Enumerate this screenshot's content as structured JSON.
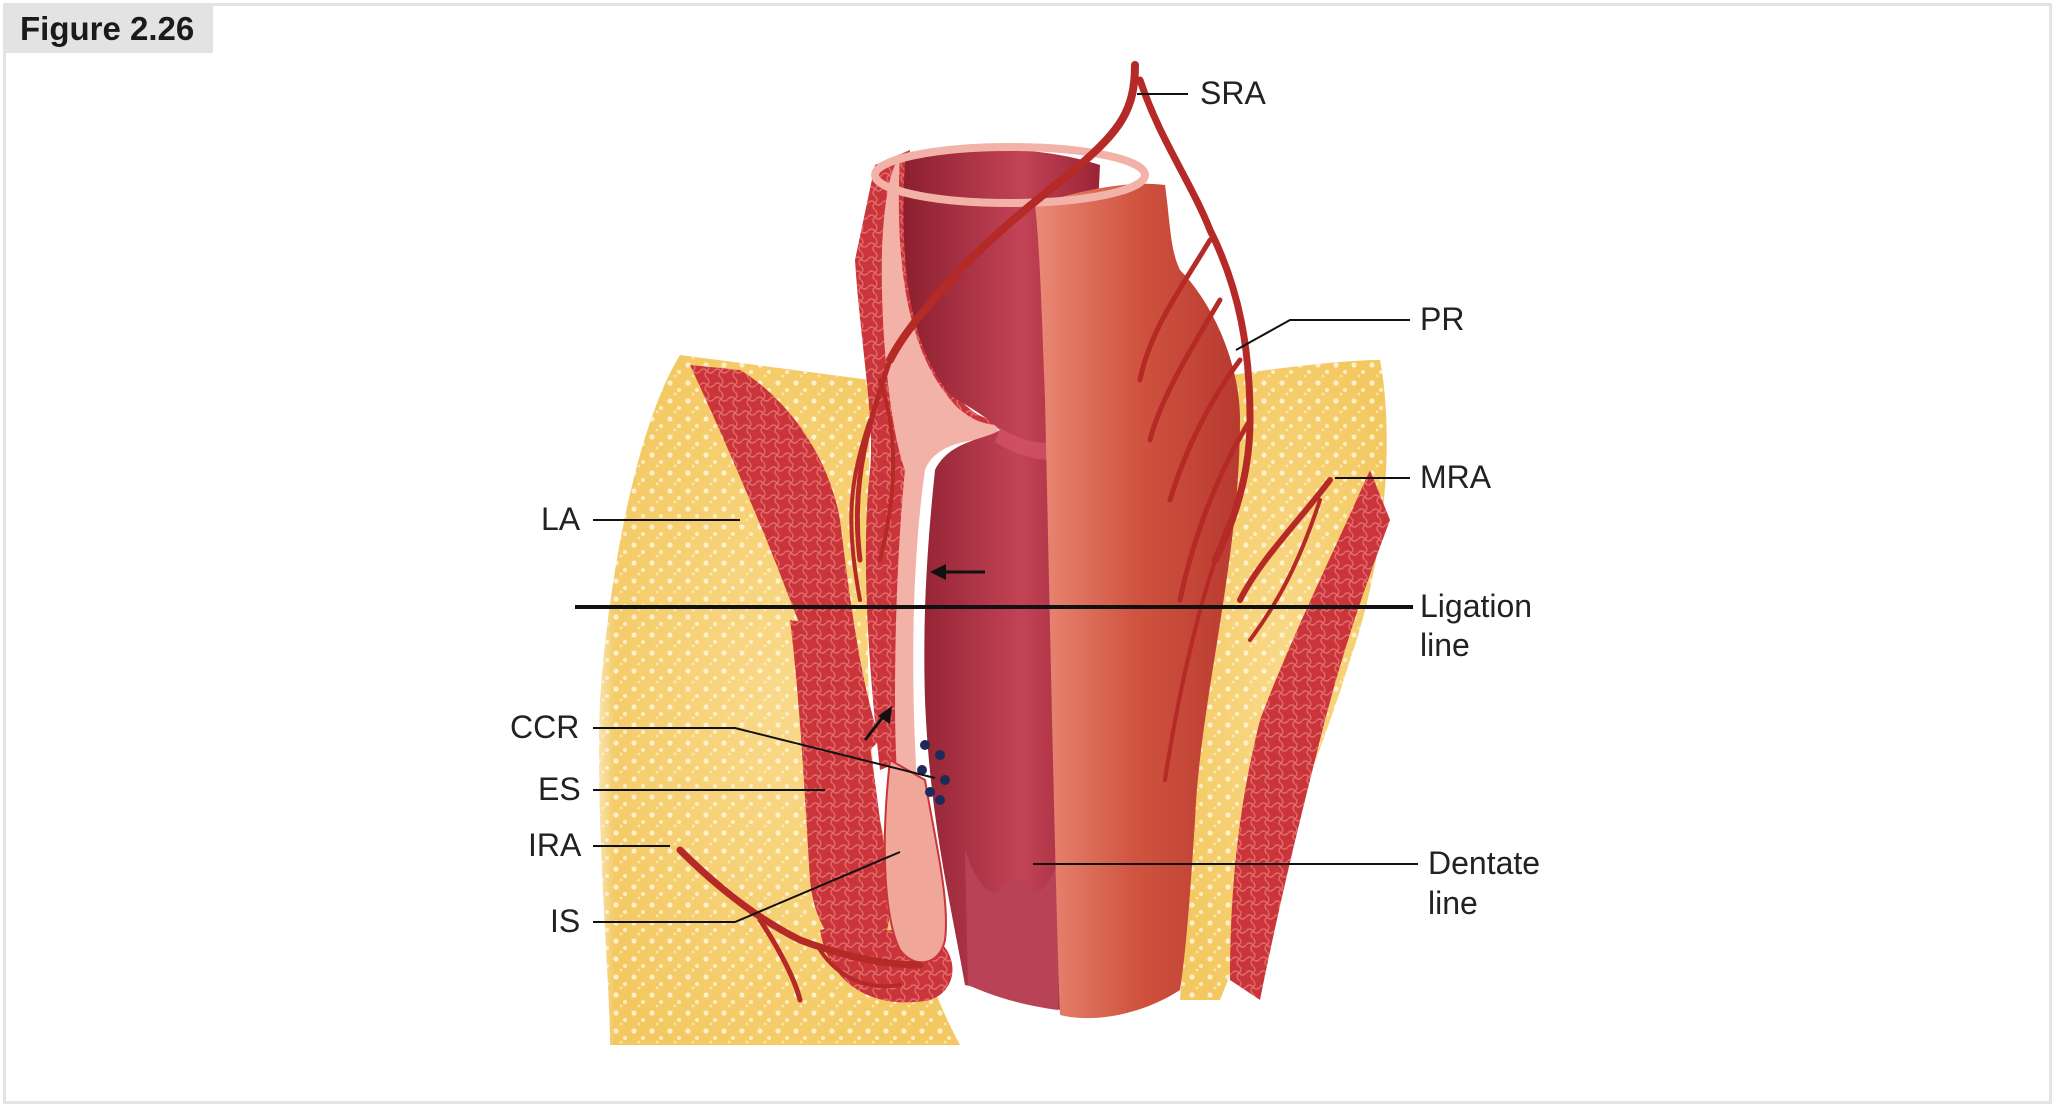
{
  "figure": {
    "label": "Figure 2.26"
  },
  "labels": {
    "sra": "SRA",
    "pr": "PR",
    "mra": "MRA",
    "la": "LA",
    "ligation_line_1": "Ligation",
    "ligation_line_2": "line",
    "ccr": "CCR",
    "es": "ES",
    "ira": "IRA",
    "is": "IS",
    "dentate_line_1": "Dentate",
    "dentate_line_2": "line"
  },
  "colors": {
    "fat": "#f7d27a",
    "fat_light": "#fbe6a8",
    "muscle": "#c9353a",
    "muscle_dark": "#a82228",
    "wall": "#c7483f",
    "wall_light": "#e17a6a",
    "lumen": "#a82a3a",
    "lumen_light": "#d65468",
    "mucosa": "#f3b2a8",
    "vessel": "#b52a26",
    "leader": "#1a1a1a",
    "dot": "#1d2a5a"
  }
}
